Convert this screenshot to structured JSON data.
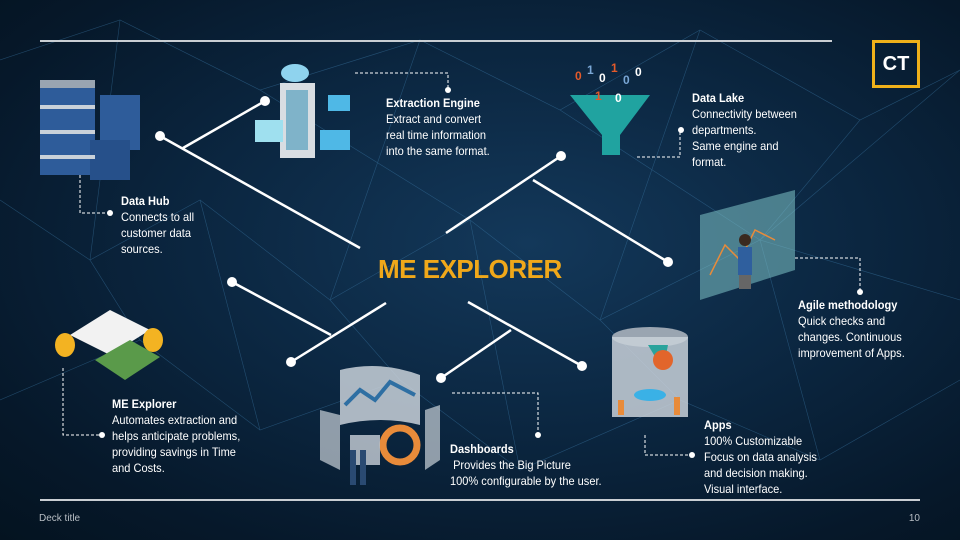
{
  "slide": {
    "title": "ME EXPLORER",
    "logo": "CT",
    "footer_title": "Deck title",
    "page_number": "10",
    "accent_color": "#f0a81a"
  },
  "blocks": {
    "data_hub": {
      "heading": "Data Hub",
      "lines": [
        "Connects to all",
        "customer data",
        "sources."
      ]
    },
    "extraction": {
      "heading": "Extraction Engine",
      "lines": [
        "Extract and convert",
        "real time information",
        "into the same format."
      ]
    },
    "data_lake": {
      "heading": "Data Lake",
      "lines": [
        "Connectivity between",
        "departments.",
        "Same engine and",
        "format."
      ]
    },
    "agile": {
      "heading": "Agile methodology",
      "lines": [
        "Quick checks and",
        "changes. Continuous",
        "improvement of Apps."
      ]
    },
    "me_explorer": {
      "heading": "ME Explorer",
      "lines": [
        "Automates extraction and",
        "helps anticipate problems,",
        "providing savings in Time",
        "and Costs."
      ]
    },
    "dashboards": {
      "heading": "Dashboards",
      "lines": [
        " Provides the Big Picture",
        "100% configurable by the user."
      ]
    },
    "apps": {
      "heading": "Apps",
      "lines": [
        "100% Customizable",
        "Focus on data analysis",
        "and decision making.",
        "Visual interface."
      ]
    }
  },
  "icons": [
    "server-stack-icon",
    "cloud-server-icon",
    "data-funnel-icon",
    "analyst-board-icon",
    "money-documents-icon",
    "dashboard-screens-icon",
    "apps-cylinder-icon"
  ]
}
